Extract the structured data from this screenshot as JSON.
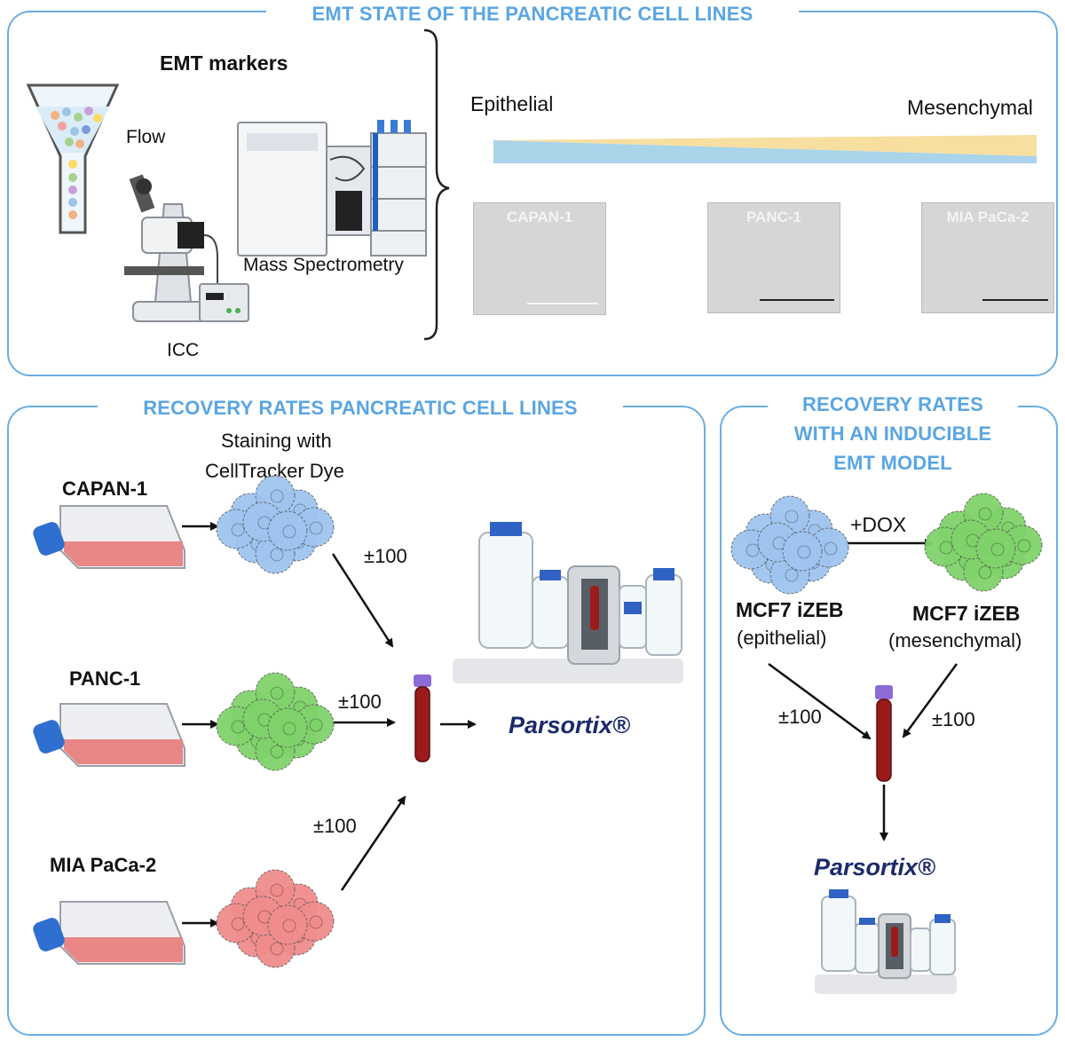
{
  "panels": {
    "top": {
      "title": "EMT STATE OF THE PANCREATIC CELL LINES"
    },
    "bottom_left": {
      "title": "RECOVERY RATES PANCREATIC CELL LINES"
    },
    "bottom_right": {
      "title_lines": [
        "RECOVERY RATES",
        "WITH AN INDUCIBLE",
        "EMT MODEL"
      ]
    }
  },
  "emt_markers": {
    "heading": "EMT markers",
    "methods": {
      "flow": "Flow",
      "icc": "ICC",
      "mass_spec": "Mass Spectrometry"
    }
  },
  "emt_spectrum": {
    "left_label": "Epithelial",
    "right_label": "Mesenchymal",
    "colors": {
      "epithelial": "#a9d4ea",
      "mesenchymal": "#f7dfa0"
    },
    "cell_images": [
      "CAPAN-1",
      "PANC-1",
      "MIA PaCa-2"
    ]
  },
  "recovery_pancreatic": {
    "staining_label_lines": [
      "Staining with",
      "CellTracker Dye"
    ],
    "cell_lines": [
      {
        "name": "CAPAN-1",
        "color": "#9ec4ee",
        "count": "±100"
      },
      {
        "name": "PANC-1",
        "color": "#7fd26a",
        "count": "±100"
      },
      {
        "name": "MIA PaCa-2",
        "color": "#ef8c8c",
        "count": "±100"
      }
    ],
    "device": "Parsortix®"
  },
  "recovery_inducible": {
    "treatment": "+DOX",
    "epithelial": {
      "name": "MCF7 iZEB",
      "state": "(epithelial)",
      "count": "±100"
    },
    "mesenchymal": {
      "name": "MCF7 iZEB",
      "state": "(mesenchymal)",
      "count": "±100"
    },
    "device": "Parsortix®"
  }
}
